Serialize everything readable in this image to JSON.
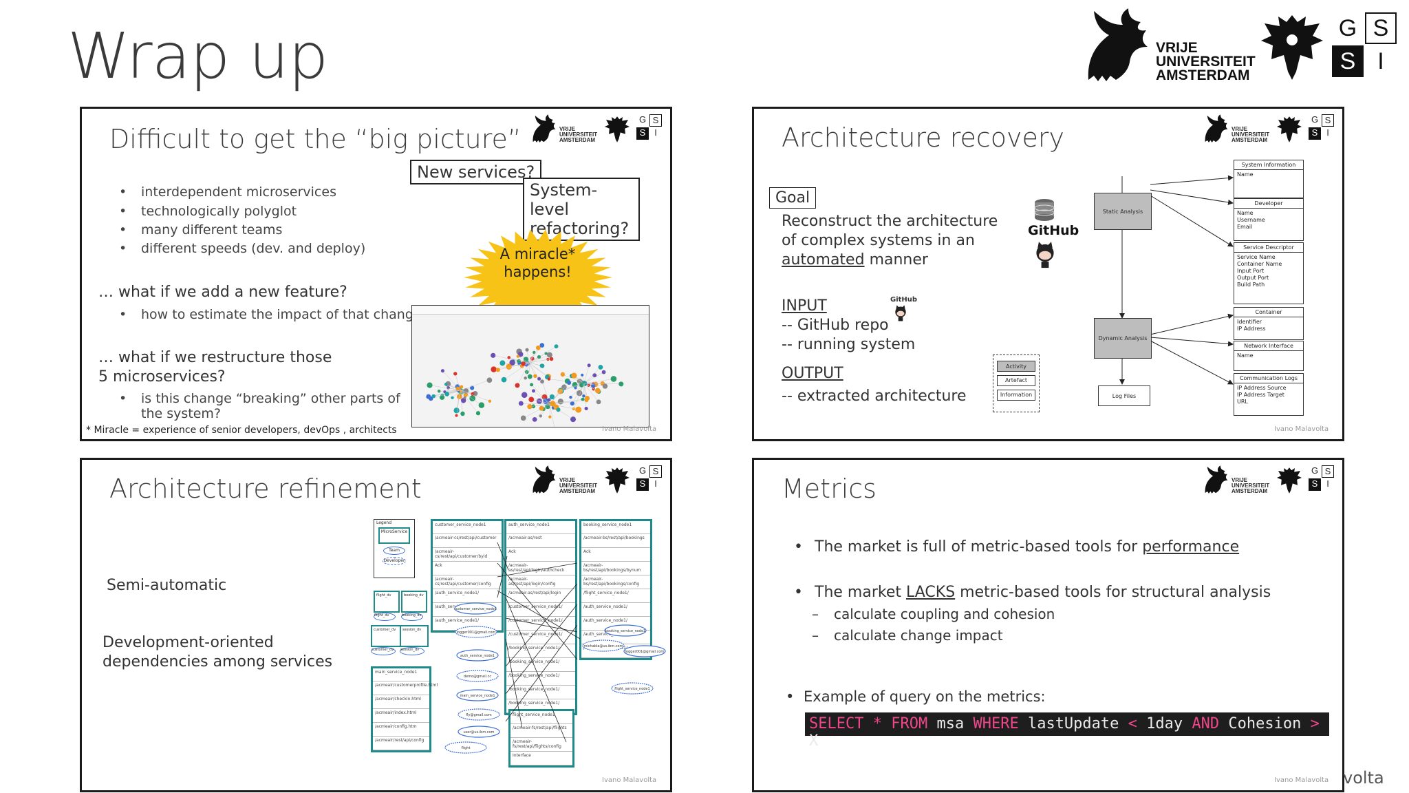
{
  "header": {
    "title": "Wrap up",
    "logo": {
      "line1": "VRIJE",
      "line2": "UNIVERSITEIT",
      "line3": "AMSTERDAM",
      "gssi": [
        "G",
        "S",
        "S",
        "I"
      ]
    }
  },
  "panel1": {
    "title": "Difficult to get the “big picture”",
    "bullets": [
      "interdependent microservices",
      "technologically polyglot",
      "many different teams",
      "different speeds (dev. and deploy)"
    ],
    "q1": "… what if we add a new feature?",
    "q1_sub": "how to estimate the impact of that change?",
    "q2": "… what if we restructure those 5 microservices?",
    "q2_sub": "is this change “breaking” other parts of the system?",
    "box_new": "New services?",
    "box_refactor": "System-level refactoring?",
    "miracle": "A miracle* happens!",
    "footnote": "* Miracle = experience of senior developers, devOps , architects",
    "signature": "Ivano Malavolta"
  },
  "panel2": {
    "title": "Architecture recovery",
    "goal_label": "Goal",
    "goal_text_pre": "Reconstruct the architecture of complex systems in an",
    "goal_text_link": "automated",
    "goal_text_post": "manner",
    "input_label": "INPUT",
    "input_items": [
      "-- GitHub repo",
      "-- running system"
    ],
    "output_label": "OUTPUT",
    "output_items": [
      "-- extracted architecture"
    ],
    "github_label": "GitHub",
    "github_small": "GitHub",
    "static_analysis": "Static Analysis",
    "dynamic_analysis": "Dynamic Analysis",
    "log_files": "Log Files",
    "legend": [
      "Activity",
      "Artefact",
      "Information"
    ],
    "info_boxes": [
      {
        "header": "System Information",
        "body": "Name"
      },
      {
        "header": "Developer",
        "body": "Name\nUsername\nEmail"
      },
      {
        "header": "Service Descriptor",
        "body": "Service Name\nContainer Name\nInput Port\nOutput Port\nBuild Path"
      },
      {
        "header": "Container",
        "body": "Identifier\nIP Address"
      },
      {
        "header": "Network Interface",
        "body": "Name"
      },
      {
        "header": "Communication Logs",
        "body": "IP Address Source\nIP Address Target\nURL"
      }
    ],
    "signature": "Ivano Malavolta"
  },
  "panel3": {
    "title": "Architecture refinement",
    "semi": "Semi-automatic",
    "dev": "Development-oriented dependencies among services",
    "legend": {
      "title": "Legend",
      "items": [
        "MicroService",
        "Team",
        "Developer"
      ]
    },
    "columns": [
      {
        "head": "customer_service_node1",
        "rows": [
          "/acmeair-cs/rest/api/customer",
          "/acmeair-cs/rest/api/customer/byid",
          "Ack",
          "/acmeair-cs/rest/api/customer/config",
          "/auth_service_node1/",
          "/auth_service_node1/",
          "/auth_service_node1/"
        ]
      },
      {
        "head": "auth_service_node1",
        "rows": [
          "/acmeair-as/rest",
          "Ack",
          "/acmeair-as/rest/api/login/authcheck",
          "/acmeair-as/rest/api/login/config",
          "/acmeair-as/rest/api/login",
          "/customer_service_node1/",
          "/customer_service_node1/",
          "/customer_service_node1/",
          "/booking_service_node1/",
          "/booking_service_node1/",
          "/booking_service_node1/",
          "/booking_service_node1/",
          "/booking_service_node1/"
        ]
      },
      {
        "head": "booking_service_node1",
        "rows": [
          "/acmeair-bs/rest/api/bookings",
          "Ack",
          "/acmeair-bs/rest/api/bookings/bynum",
          "/acmeair-bs/rest/api/bookings/config",
          "/flight_service_node1/",
          "/auth_service_node1/",
          "/auth_service_node1/",
          "/auth_service_node1/",
          "/auth_service_node1/"
        ]
      },
      {
        "head": "main_service_node1",
        "rows": [
          "/acmeair/customerprofile.html",
          "/acmeair/checkin.html",
          "/acmeair/index.html",
          "/acmeair/config.htm",
          "/acmeair/rest/api/config"
        ]
      },
      {
        "head": "flight_service_node1",
        "rows": [
          "/acmeair-fs/rest/api/flights",
          "/acmeair-fs/rest/api/flights/config",
          "Interface"
        ]
      }
    ],
    "small_nodes": [
      "flight_dv",
      "booking_dv",
      "flight_dv",
      "booking_dv",
      "customer_dv",
      "session_dv",
      "customer_dv",
      "session_dv"
    ],
    "emails": [
      "customer_service_node1",
      "logger001@gmail.com",
      "auth_service_node1",
      "demo@gmail.cc",
      "main_service_node1",
      "fly@gmail.com",
      "user@us.ibm.com",
      "flight",
      "booking_service_node1",
      "michabla@us.ibm.com",
      "logger001@gmail.com",
      "flight_service_node1"
    ],
    "signature": "Ivano Malavolta"
  },
  "panel4": {
    "title": "Metrics",
    "b1_pre": "The market is full of metric-based tools for",
    "b1_link": "performance",
    "b2_pre": "The market",
    "b2_link": "LACKS",
    "b2_post": "metric-based tools for structural analysis",
    "sub1": "calculate coupling and cohesion",
    "sub2": "calculate change impact",
    "b3": "Example of query on the metrics:",
    "query": {
      "k1": "SELECT",
      "op1": "*",
      "k2": "FROM",
      "t1": "msa",
      "k3": "WHERE",
      "t2": "lastUpdate",
      "op2": "<",
      "t3": "1day",
      "k4": "AND",
      "t4": "Cohesion",
      "op3": ">",
      "t5": "X"
    },
    "signature": "Ivano Malavolta"
  },
  "overflow_text": "volta",
  "colors": {
    "teal": "#1e8a8a",
    "burst": "#f7c316",
    "code_bg": "#1e1e1e",
    "keyword": "#f0468a"
  }
}
